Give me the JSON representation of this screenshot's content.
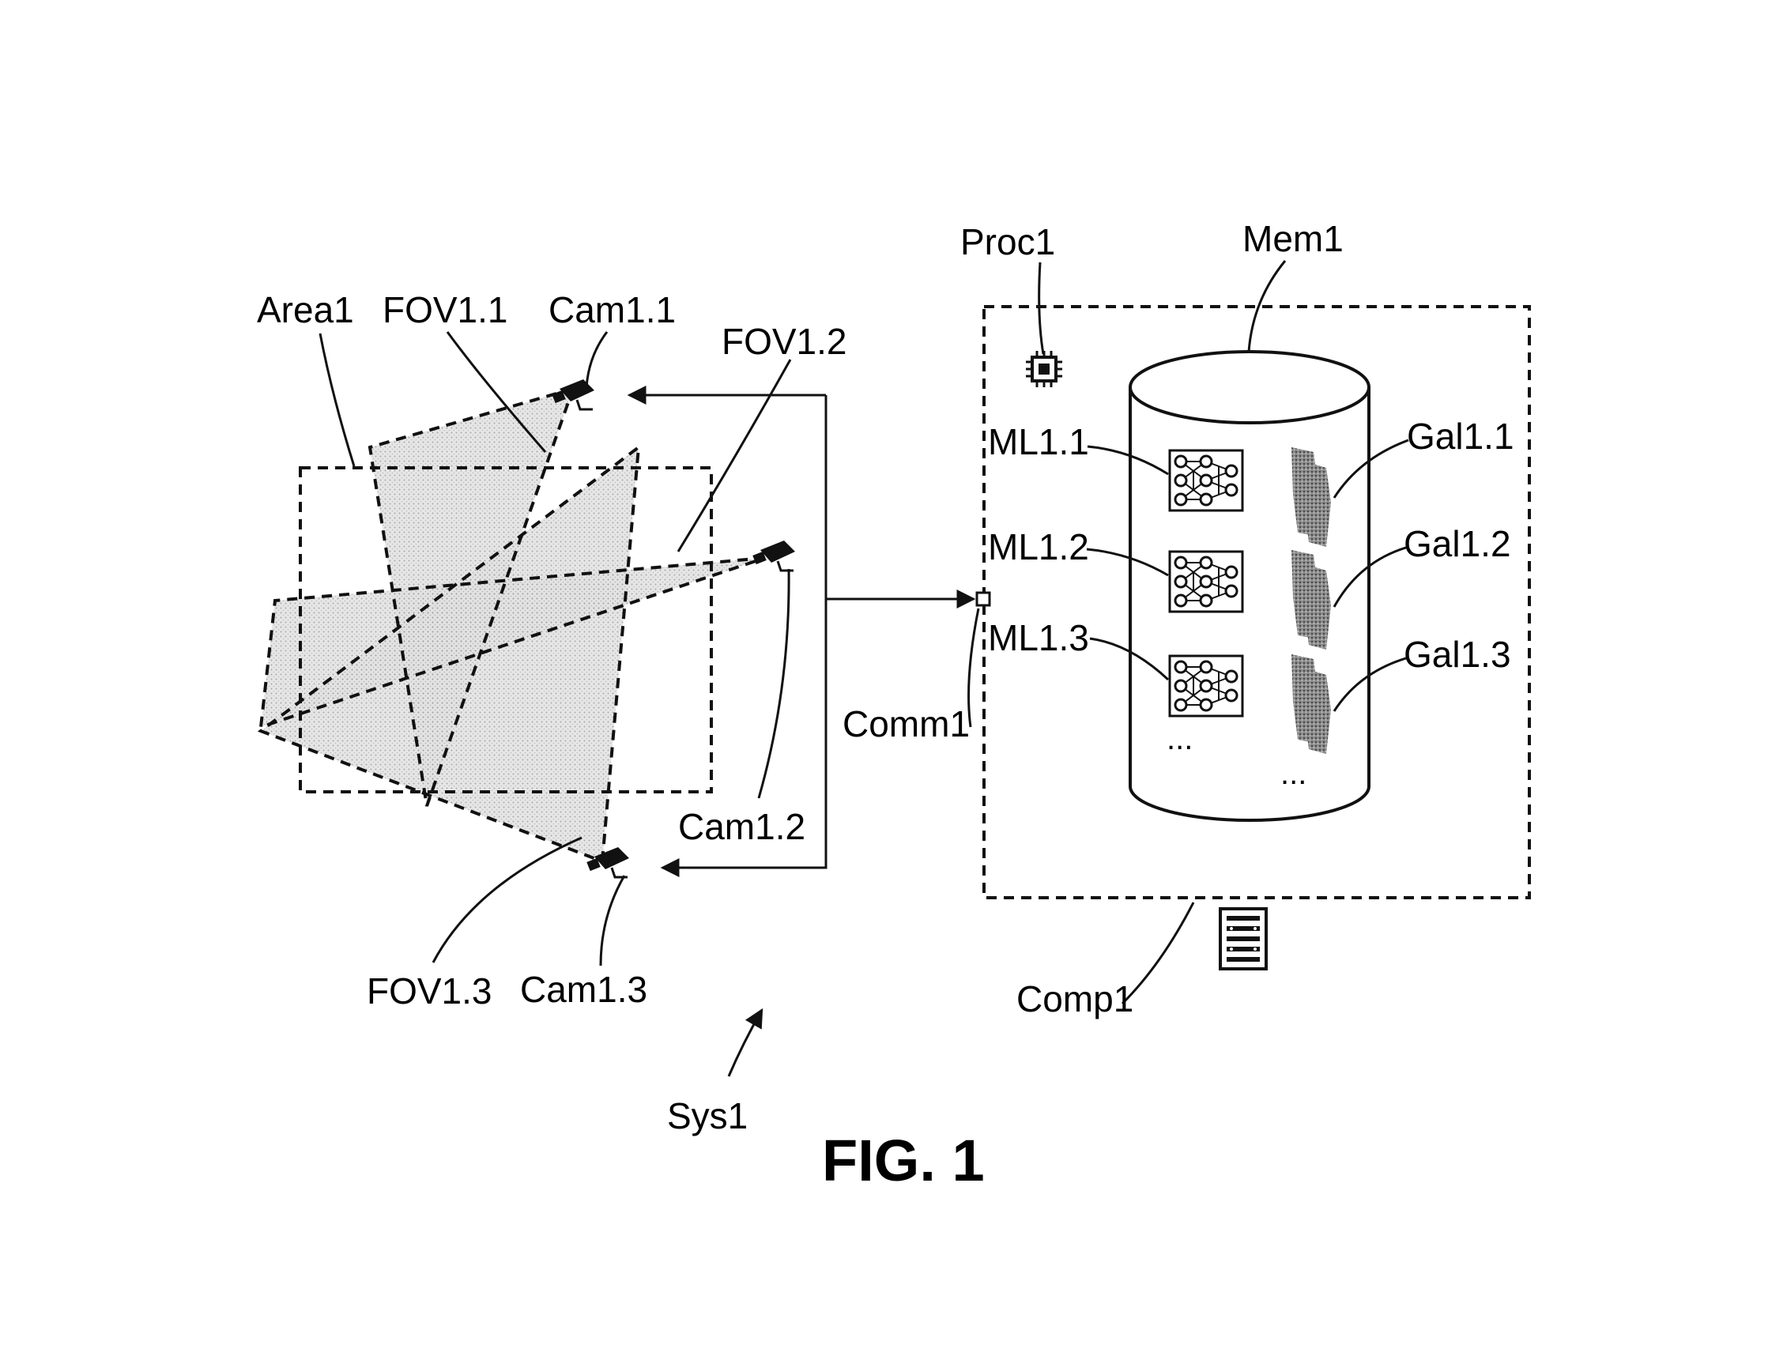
{
  "figure": {
    "title": "FIG. 1",
    "labels": {
      "area": "Area1",
      "fov_1": "FOV1.1",
      "fov_2": "FOV1.2",
      "fov_3": "FOV1.3",
      "cam_1": "Cam1.1",
      "cam_2": "Cam1.2",
      "cam_3": "Cam1.3",
      "comm": "Comm1",
      "proc": "Proc1",
      "mem": "Mem1",
      "comp": "Comp1",
      "sys": "Sys1",
      "ml_1": "ML1.1",
      "ml_2": "ML1.2",
      "ml_3": "ML1.3",
      "gal_1": "Gal1.1",
      "gal_2": "Gal1.2",
      "gal_3": "Gal1.3",
      "ml_more": "...",
      "gal_more": "..."
    },
    "icons": {
      "camera": "security-camera-icon",
      "processor": "chip-icon",
      "neural_net": "neural-network-icon",
      "gallery": "image-gallery-icon",
      "server": "server-icon"
    },
    "colors": {
      "line": "#111111",
      "fov_fill": "#d6d6d6",
      "background": "#ffffff"
    }
  }
}
